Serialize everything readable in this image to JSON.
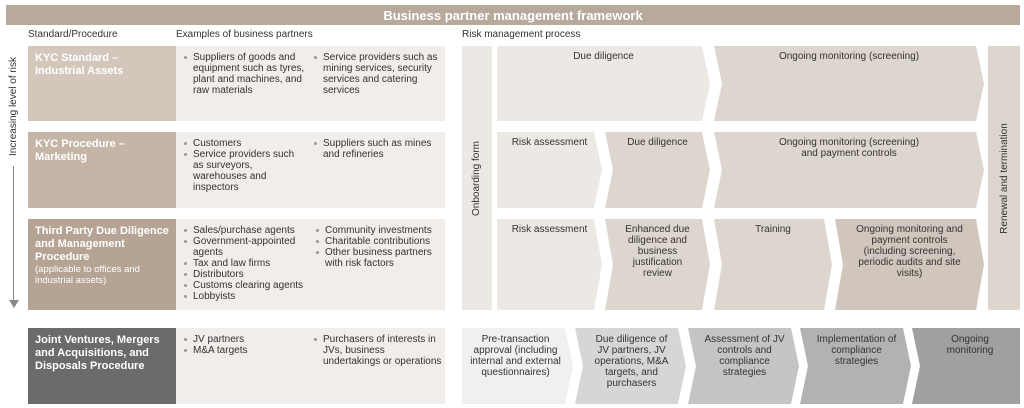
{
  "title": "Business partner management framework",
  "headers": {
    "standard": "Standard/Procedure",
    "partners": "Examples of business partners",
    "process": "Risk management process"
  },
  "risk_axis_label": "Increasing level of risk",
  "onboarding_label": "Onboarding form",
  "renewal_label": "Renewal and termination",
  "rows": [
    {
      "title": "KYC Standard – Industrial Assets",
      "note": "",
      "partners_left": [
        "Suppliers of goods and equipment such as tyres, plant and machines, and raw materials"
      ],
      "partners_right": [
        "Service providers such as mining services, security services and catering services"
      ],
      "steps": [
        "Due diligence",
        "Ongoing monitoring (screening)"
      ]
    },
    {
      "title": "KYC Procedure – Marketing",
      "note": "",
      "partners_left": [
        "Customers",
        "Service providers such as surveyors, warehouses and inspectors"
      ],
      "partners_right": [
        "Suppliers such as mines and refineries"
      ],
      "steps": [
        "Risk assessment",
        "Due diligence",
        "Ongoing monitoring (screening) and payment controls"
      ]
    },
    {
      "title": "Third Party Due Diligence and Management Procedure",
      "note": "(applicable to offices and industrial assets)",
      "partners_left": [
        "Sales/purchase agents",
        "Government-appointed agents",
        "Tax and law firms",
        "Distributors",
        "Customs clearing agents",
        "Lobbyists"
      ],
      "partners_right": [
        "Community investments",
        "Charitable contributions",
        "Other business partners with risk factors"
      ],
      "steps": [
        "Risk assessment",
        "Enhanced due diligence and business justification review",
        "Training",
        "Ongoing monitoring and payment controls (including screening, periodic audits and site visits)"
      ]
    },
    {
      "title": "Joint Ventures, Mergers and Acquisitions, and Disposals Procedure",
      "note": "",
      "partners_left": [
        "JV partners",
        "M&A targets"
      ],
      "partners_right": [
        "Purchasers of interests in JVs, business undertakings or operations"
      ],
      "steps": [
        "Pre-transaction approval (including internal and external questionnaires)",
        "Due diligence of JV partners, JV operations, M&A targets, and purchasers",
        "Assessment of JV controls and compliance strategies",
        "Implementation of compliance strategies",
        "Ongoing monitoring"
      ]
    }
  ],
  "colors": {
    "banner": "#b7a99b",
    "row1": "#d3c7bc",
    "row2": "#c4b5a7",
    "row3": "#b5a494",
    "row4": "#6b6b6b",
    "jv_steps": [
      "#f0f0f0",
      "#d6d6d6",
      "#c4c4c4",
      "#b2b2b2",
      "#a0a0a0"
    ]
  }
}
